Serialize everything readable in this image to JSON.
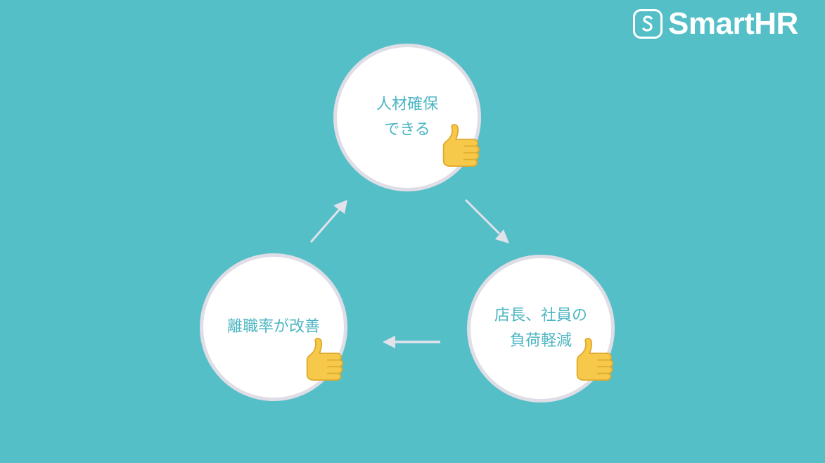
{
  "brand": {
    "name": "SmartHR",
    "mark_glyph": "S",
    "mark_icon": "smarthr-logo-icon"
  },
  "colors": {
    "background": "#55bfc8",
    "circle_fill": "#ffffff",
    "circle_border": "#dfdde6",
    "label_text": "#4db6c3",
    "arrow": "#e2e2ea",
    "thumb": "#f6c94a"
  },
  "cycle": {
    "nodes": [
      {
        "id": "top",
        "label": "人材確保\nできる",
        "icon": "thumbs-up-icon"
      },
      {
        "id": "right",
        "label": "店長、社員の\n負荷軽減",
        "icon": "thumbs-up-icon"
      },
      {
        "id": "left",
        "label": "離職率が改善",
        "icon": "thumbs-up-icon"
      }
    ],
    "edges": [
      {
        "from": "top",
        "to": "right",
        "icon": "arrow-down-right-icon"
      },
      {
        "from": "right",
        "to": "left",
        "icon": "arrow-left-icon"
      },
      {
        "from": "left",
        "to": "top",
        "icon": "arrow-up-right-icon"
      }
    ]
  }
}
